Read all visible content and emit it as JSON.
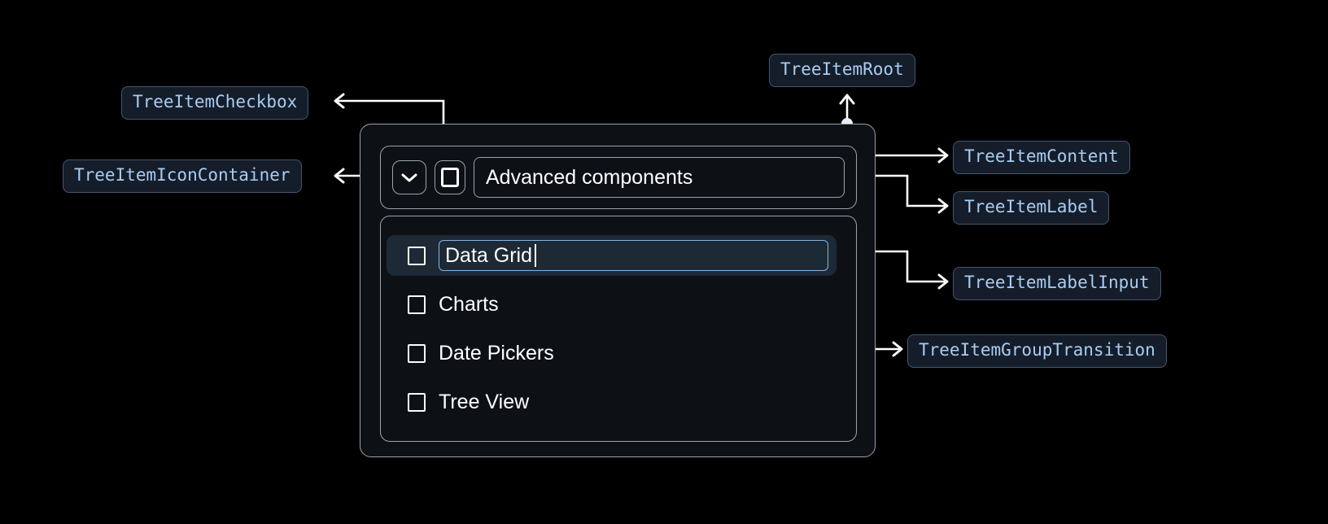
{
  "background": "#000000",
  "accent": "#a8cdf2",
  "chip_bg": "#151d2a",
  "chip_border": "#46566c",
  "panel_border": "#9aa3ad",
  "panel_bg": "#0d1116",
  "selected_row_bg": "#1e2936",
  "input_focus_border": "#7fb6e8",
  "connector_color": "#ffffff",
  "annotations": [
    {
      "id": "tree-item-root",
      "label": "TreeItemRoot"
    },
    {
      "id": "tree-item-checkbox",
      "label": "TreeItemCheckbox"
    },
    {
      "id": "tree-item-icon-container",
      "label": "TreeItemIconContainer"
    },
    {
      "id": "tree-item-content",
      "label": "TreeItemContent"
    },
    {
      "id": "tree-item-label",
      "label": "TreeItemLabel"
    },
    {
      "id": "tree-item-label-input",
      "label": "TreeItemLabelInput"
    },
    {
      "id": "tree-item-group-transition",
      "label": "TreeItemGroupTransition"
    }
  ],
  "tree": {
    "header": {
      "icon": "chevron-down-icon",
      "checkbox_checked": false,
      "label": "Advanced components"
    },
    "items": [
      {
        "label": "Data Grid",
        "checked": false,
        "selected": true,
        "editing": true
      },
      {
        "label": "Charts",
        "checked": false,
        "selected": false,
        "editing": false
      },
      {
        "label": "Date Pickers",
        "checked": false,
        "selected": false,
        "editing": false
      },
      {
        "label": "Tree View",
        "checked": false,
        "selected": false,
        "editing": false
      }
    ],
    "editing_value": "Data Grid"
  }
}
